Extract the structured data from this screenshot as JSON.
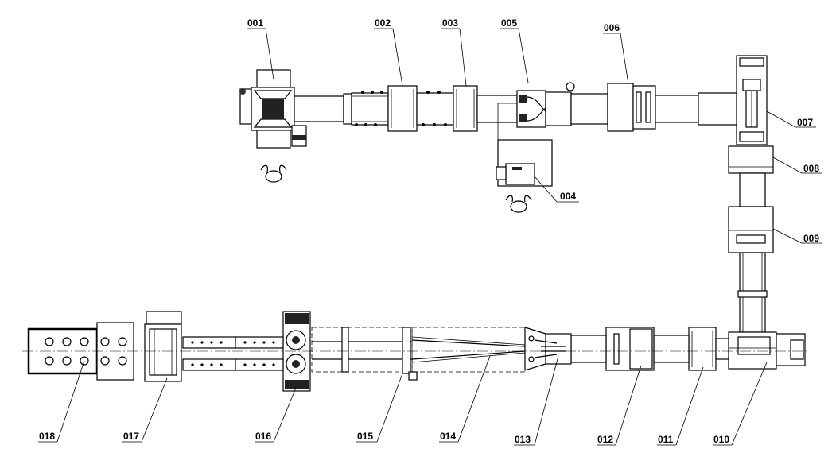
{
  "diagram": {
    "labels": {
      "l001": "001",
      "l002": "002",
      "l003": "003",
      "l004": "004",
      "l005": "005",
      "l006": "006",
      "l007": "007",
      "l008": "008",
      "l009": "009",
      "l010": "010",
      "l011": "011",
      "l012": "012",
      "l013": "013",
      "l014": "014",
      "l015": "015",
      "l016": "016",
      "l017": "017",
      "l018": "018"
    }
  }
}
